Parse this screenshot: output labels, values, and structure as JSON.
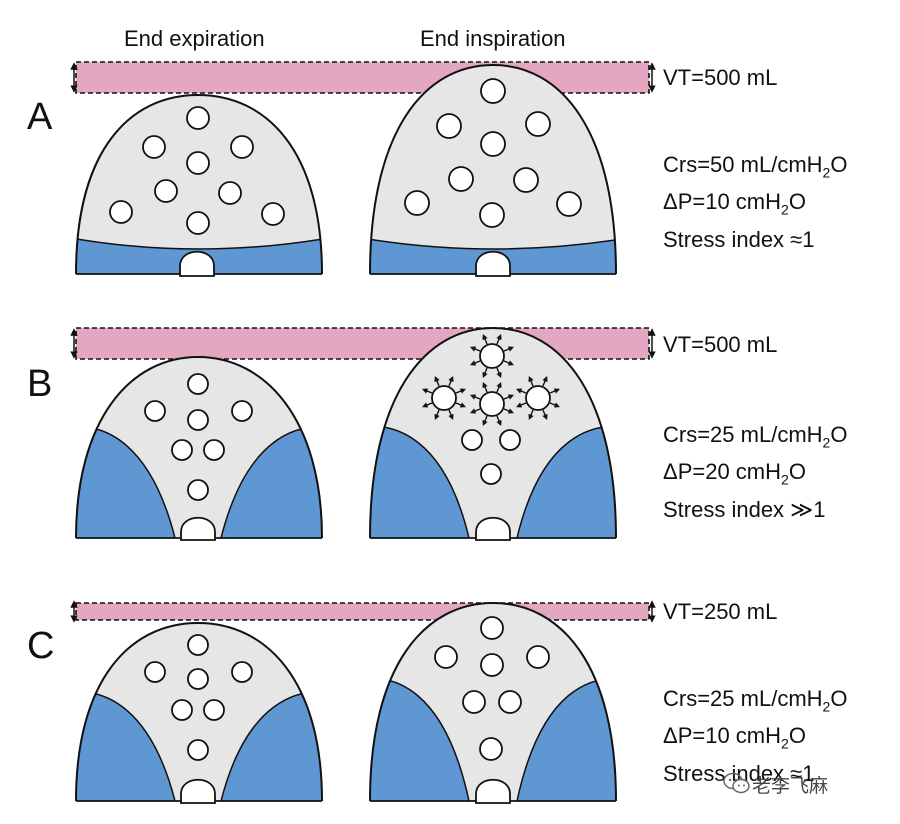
{
  "columns": {
    "left": "End expiration",
    "right": "End inspiration"
  },
  "colors": {
    "lung_fill": "#e6e6e6",
    "collapsed_fill": "#5f97d2",
    "vt_band": "#e3a7c2",
    "outline": "#111111"
  },
  "panels": [
    {
      "letter": "A",
      "vt": "VT=500 mL",
      "crs": "Crs=50 mL/cmH",
      "crs_sub": "2",
      "crs_tail": "O",
      "dp": "ΔP=10 cmH",
      "dp_sub": "2",
      "dp_tail": "O",
      "stress": "Stress index ≈1"
    },
    {
      "letter": "B",
      "vt": "VT=500 mL",
      "crs": "Crs=25 mL/cmH",
      "crs_sub": "2",
      "crs_tail": "O",
      "dp": "ΔP=20 cmH",
      "dp_sub": "2",
      "dp_tail": "O",
      "stress": "Stress index ≫1"
    },
    {
      "letter": "C",
      "vt": "VT=250 mL",
      "crs": "Crs=25 mL/cmH",
      "crs_sub": "2",
      "crs_tail": "O",
      "dp": "ΔP=10 cmH",
      "dp_sub": "2",
      "dp_tail": "O",
      "stress": "Stress index ≈1"
    }
  ],
  "watermark": "老李飞麻",
  "watermark_icon": "wechat-icon"
}
